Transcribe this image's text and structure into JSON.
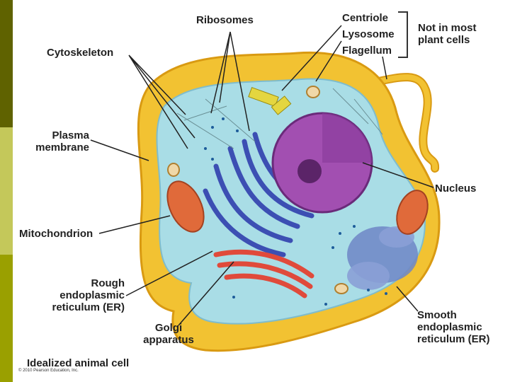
{
  "labels": {
    "ribosomes": "Ribosomes",
    "centriole": "Centriole",
    "lysosome": "Lysosome",
    "flagellum": "Flagellum",
    "not_in_plant": "Not in most\nplant cells",
    "cytoskeleton": "Cytoskeleton",
    "plasma_membrane": "Plasma\nmembrane",
    "nucleus": "Nucleus",
    "mitochondrion": "Mitochondrion",
    "rough_er": "Rough\nendoplasmic\nreticulum (ER)",
    "golgi": "Golgi\napparatus",
    "smooth_er": "Smooth\nendoplasmic\nreticulum (ER)"
  },
  "title": "Idealized animal cell",
  "credit": "© 2010 Pearson Education, Inc.",
  "colors": {
    "membrane": "#f2c232",
    "membrane_dark": "#d99a12",
    "cytoplasm": "#a9dde6",
    "nucleus": "#a24fb1",
    "nucleolus": "#5b2468",
    "er": "#3c4fb3",
    "smooth_er": "#6f86c6",
    "golgi": "#e04a3b",
    "mito": "#e06a3a",
    "accent_bars": [
      "#5f6200",
      "#c4c85a",
      "#9aa000"
    ]
  }
}
